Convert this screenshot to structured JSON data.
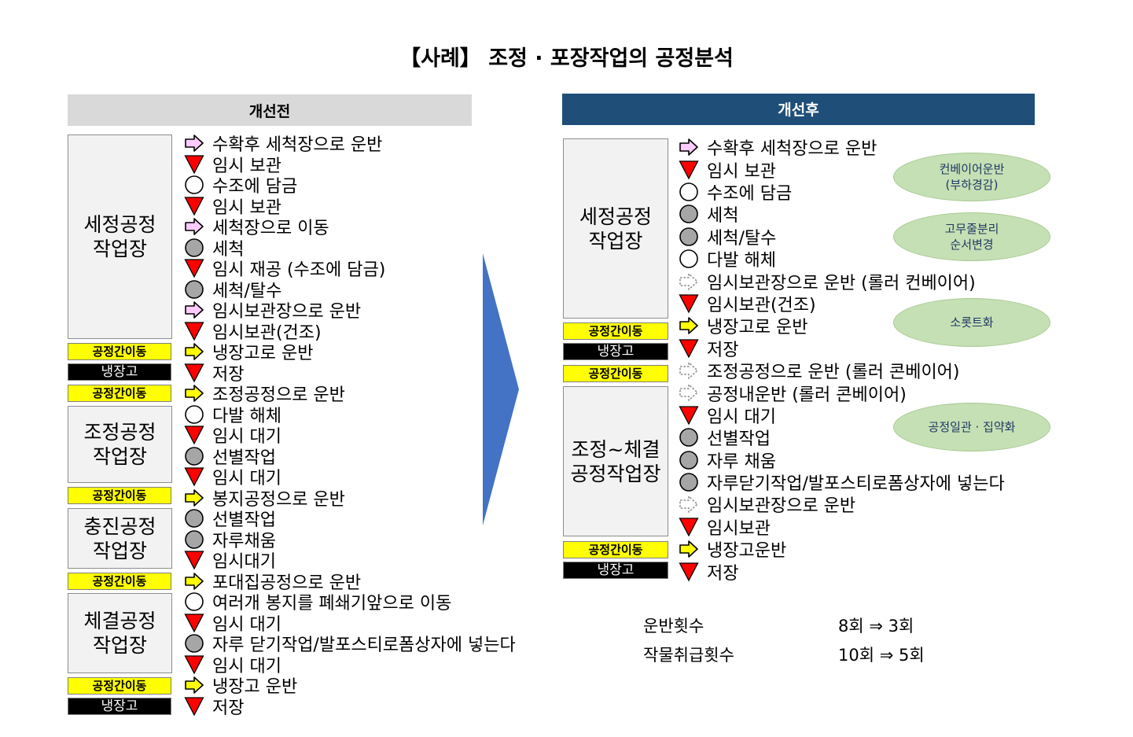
{
  "title": "【사례】 조정 · 포장작업의 공정분석",
  "before": {
    "header": "개선전",
    "areas": [
      "세정공정\n작업장",
      "조정공정\n작업장",
      "충진공정\n작업장",
      "체결공정\n작업장"
    ],
    "tags": [
      "공정간이동",
      "냉장고",
      "공정간이동",
      "공정간이동",
      "공정간이동",
      "공정간이동",
      "냉장고"
    ],
    "steps": [
      {
        "type": "transport-pink",
        "text": "수확후 세척장으로 운반"
      },
      {
        "type": "storage",
        "text": "임시 보관"
      },
      {
        "type": "operation-empty",
        "text": "수조에 담금"
      },
      {
        "type": "storage",
        "text": "임시 보관"
      },
      {
        "type": "transport-pink",
        "text": "세척장으로 이동"
      },
      {
        "type": "operation-gray",
        "text": "세척"
      },
      {
        "type": "storage",
        "text": "임시 재공 (수조에 담금)"
      },
      {
        "type": "operation-gray",
        "text": "세척/탈수"
      },
      {
        "type": "transport-pink",
        "text": "임시보관장으로 운반"
      },
      {
        "type": "storage",
        "text": "임시보관(건조)"
      },
      {
        "type": "transport-yellow",
        "text": "냉장고로 운반"
      },
      {
        "type": "storage",
        "text": "저장"
      },
      {
        "type": "transport-yellow",
        "text": "조정공정으로 운반"
      },
      {
        "type": "operation-empty",
        "text": "다발 해체"
      },
      {
        "type": "storage",
        "text": "임시 대기"
      },
      {
        "type": "operation-gray",
        "text": "선별작업"
      },
      {
        "type": "storage",
        "text": "임시 대기"
      },
      {
        "type": "transport-yellow",
        "text": "봉지공정으로 운반"
      },
      {
        "type": "operation-gray",
        "text": "선별작업"
      },
      {
        "type": "operation-gray",
        "text": "자루채움"
      },
      {
        "type": "storage",
        "text": "임시대기"
      },
      {
        "type": "transport-yellow",
        "text": "포대집공정으로 운반"
      },
      {
        "type": "operation-empty",
        "text": "여러개 봉지를 폐쇄기앞으로 이동"
      },
      {
        "type": "storage",
        "text": "임시 대기"
      },
      {
        "type": "operation-gray",
        "text": "자루 닫기작업/발포스티로폼상자에 넣는다"
      },
      {
        "type": "storage",
        "text": "임시 대기"
      },
      {
        "type": "transport-yellow",
        "text": "냉장고 운반"
      },
      {
        "type": "storage",
        "text": "저장"
      }
    ]
  },
  "after": {
    "header": "개선후",
    "areas": [
      "세정공정\n작업장",
      "조정~체결\n공정작업장"
    ],
    "tags": [
      "공정간이동",
      "냉장고",
      "공정간이동",
      "공정간이동",
      "냉장고"
    ],
    "steps": [
      {
        "type": "transport-pink",
        "text": "수확후 세척장으로 운반"
      },
      {
        "type": "storage",
        "text": "임시 보관"
      },
      {
        "type": "operation-empty",
        "text": "수조에 담금"
      },
      {
        "type": "operation-gray",
        "text": "세척"
      },
      {
        "type": "operation-gray",
        "text": "세척/탈수"
      },
      {
        "type": "operation-empty",
        "text": "다발 해체"
      },
      {
        "type": "transport-dashed",
        "text": "임시보관장으로 운반 (롤러 컨베이어)"
      },
      {
        "type": "storage",
        "text": "임시보관(건조)"
      },
      {
        "type": "transport-yellow",
        "text": "냉장고로 운반"
      },
      {
        "type": "storage",
        "text": "저장"
      },
      {
        "type": "transport-dashed",
        "text": "조정공정으로 운반 (롤러 콘베이어)"
      },
      {
        "type": "transport-dashed",
        "text": "공정내운반 (롤러 콘베이어)"
      },
      {
        "type": "storage",
        "text": "임시 대기"
      },
      {
        "type": "operation-gray",
        "text": "선별작업"
      },
      {
        "type": "operation-gray",
        "text": "자루 채움"
      },
      {
        "type": "operation-gray",
        "text": "자루닫기작업/발포스티로폼상자에 넣는다"
      },
      {
        "type": "transport-dashed",
        "text": "임시보관장으로 운반"
      },
      {
        "type": "storage",
        "text": "임시보관"
      },
      {
        "type": "transport-yellow",
        "text": "냉장고운반"
      },
      {
        "type": "storage",
        "text": "저장"
      }
    ],
    "notes": [
      "컨베이어운반\n(부하경감)",
      "고무줄분리\n순서변경",
      "소롯트화",
      "공정일관 · 집약화"
    ]
  },
  "stats": [
    {
      "label": "운반횟수",
      "value": "8회 ⇒ 3회"
    },
    {
      "label": "작물취급횟수",
      "value": "10회 ⇒ 5회"
    }
  ],
  "colors": {
    "header_before": "#d9d9d9",
    "header_after": "#1f4e79",
    "arrow_big": "#4472c4",
    "storage_red": "#ff0000",
    "transport_pink": "#ffccff",
    "transport_yellow": "#ffff00",
    "operation_gray": "#a6a6a6",
    "note_green": "#c5e0b4"
  },
  "icons": {
    "storage": "red-down-triangle-icon",
    "operation-empty": "white-circle-icon",
    "operation-gray": "gray-circle-icon",
    "transport-pink": "pink-arrow-icon",
    "transport-yellow": "yellow-arrow-icon",
    "transport-dashed": "dashed-arrow-icon"
  }
}
